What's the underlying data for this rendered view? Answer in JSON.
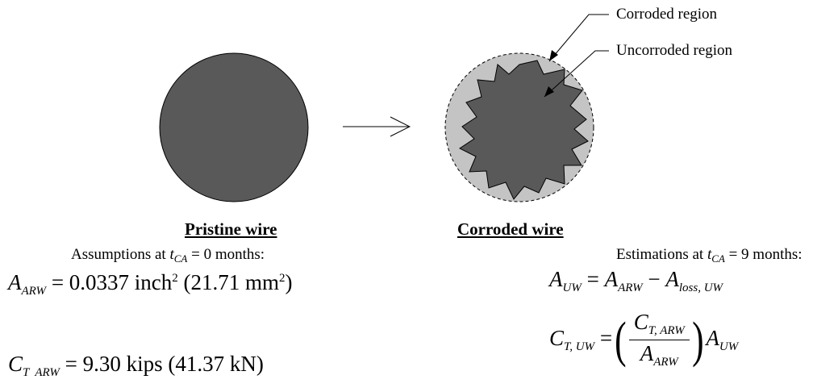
{
  "labels": {
    "corroded_region": "Corroded region",
    "uncorroded_region": "Uncorroded region",
    "pristine_caption": "Pristine wire",
    "corroded_caption": "Corroded wire"
  },
  "assumptions": {
    "prefix": "Assumptions at ",
    "t_symbol": "t",
    "t_subscript": "CA",
    "suffix": " = 0 months:",
    "area_symbol": "A",
    "area_subscript": "ARW",
    "area_value": " = 0.0337 inch",
    "area_exp": "2",
    "area_metric_open": " (21.71 mm",
    "area_metric_exp": "2",
    "area_metric_close": ")",
    "cap_symbol": "C",
    "cap_subscript": "T  ARW",
    "cap_value": " = 9.30 kips (41.37 kN)"
  },
  "estimations": {
    "prefix": "Estimations at ",
    "t_symbol": "t",
    "t_subscript": "CA",
    "suffix": " = 9 months:",
    "eq1_lhs_symbol": "A",
    "eq1_lhs_subscript": "UW",
    "eq1_equals": " = ",
    "eq1_rhs1_symbol": "A",
    "eq1_rhs1_subscript": "ARW",
    "eq1_minus": " − ",
    "eq1_rhs2_symbol": "A",
    "eq1_rhs2_subscript": "loss, UW",
    "eq2_lhs_symbol": "C",
    "eq2_lhs_subscript": "T, UW",
    "eq2_equals": " = ",
    "eq2_num_symbol": "C",
    "eq2_num_subscript": "T, ARW",
    "eq2_den_symbol": "A",
    "eq2_den_subscript": "ARW",
    "eq2_tail_symbol": "A",
    "eq2_tail_subscript": "UW",
    "paren_open": "(",
    "paren_close": ")"
  },
  "colors": {
    "wire_fill": "#595959",
    "corrosion_fill": "#c4c4c4",
    "stroke": "#000000"
  }
}
